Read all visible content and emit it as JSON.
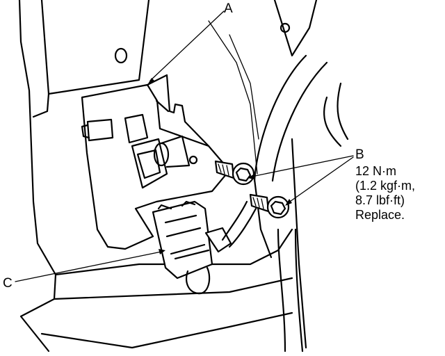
{
  "callouts": {
    "a": "A",
    "b": "B",
    "c": "C"
  },
  "spec": {
    "torque": "12 N·m",
    "kgf": "(1.2 kgf·m,",
    "lbf": "8.7 lbf·ft)",
    "note": "Replace."
  }
}
